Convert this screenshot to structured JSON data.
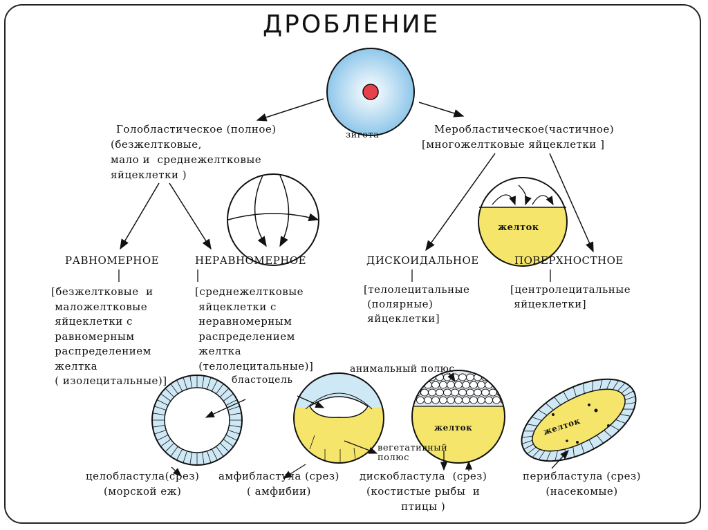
{
  "title": "ДРОБЛЕНИЕ",
  "zygote_label": "зигота",
  "holoblastic": {
    "heading": "Голобластическое (полное)",
    "note": "(безжелтковые,\nмало и  среднежелтковые\nяйцеклетки )"
  },
  "meroblastic": {
    "heading": "Меробластическое(частичное)",
    "note": "[многожелтковые яйцеклетки ]"
  },
  "types": {
    "uniform": {
      "name": "РАВНОМЕРНОЕ",
      "note": "[безжелтковые  и\n маложелтковые\n яйцеклетки с\n равномерным\n распределением\n желтка\n ( изолецитальные)]"
    },
    "uneven": {
      "name": "НЕРАВНОМЕРНОЕ",
      "note": "[среднежелтковые\n яйцеклетки с\n неравномерным\n распределением\n желтка\n (телолецитальные)]"
    },
    "discoidal": {
      "name": "ДИСКОИДАЛЬНОЕ",
      "note": "[телолецитальные\n (полярные)\n яйцеклетки]"
    },
    "superficial": {
      "name": "ПОВЕРХНОСТНОЕ",
      "note": "[центролецитальные\n яйцеклетки]"
    }
  },
  "yolk_label": "желток",
  "labels": {
    "blastocoel": "бластоцель",
    "animal_pole": "анимальный полюс",
    "vegetal_pole": "вегетативный\nполюс"
  },
  "blastulae": {
    "coeloblastula": "целобластула(срез)\n(морской еж)",
    "amphiblastula": "амфибластула (срез)\n( амфибии)",
    "discoblastula": "дискобластула  (срез)\n(костистые рыбы  и\nптицы )",
    "periblastula": "перибластула (срез)\n(насекомые)"
  },
  "colors": {
    "zygote_fill": "#a9d4ee",
    "zygote_nucleus": "#e8404a",
    "yolk": "#f5e56b",
    "cell_layer": "#d4ecf7",
    "ink": "#111111"
  }
}
